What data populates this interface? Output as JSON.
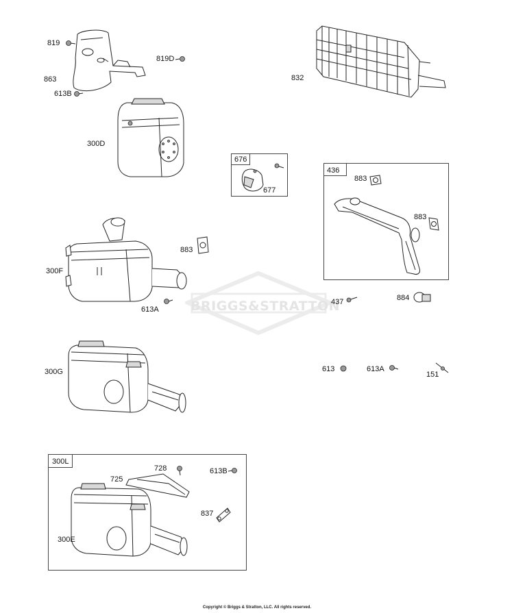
{
  "labels": {
    "p819": "819",
    "p863": "863",
    "p613B_top": "613B",
    "p819D": "819D",
    "p300D": "300D",
    "p832": "832",
    "p676": "676",
    "p677": "677",
    "p436": "436",
    "p883_a": "883",
    "p883_b": "883",
    "p883_c": "883",
    "p300F": "300F",
    "p613A_left": "613A",
    "p437": "437",
    "p884": "884",
    "p300G": "300G",
    "p613": "613",
    "p613A_right": "613A",
    "p151": "151",
    "p300L": "300L",
    "p725": "725",
    "p728": "728",
    "p613B_bottom": "613B",
    "p837": "837",
    "p300E": "300E"
  },
  "watermark": "BRIGGS&STRATTON",
  "copyright": "Copyright © Briggs & Stratton, LLC. All rights reserved."
}
